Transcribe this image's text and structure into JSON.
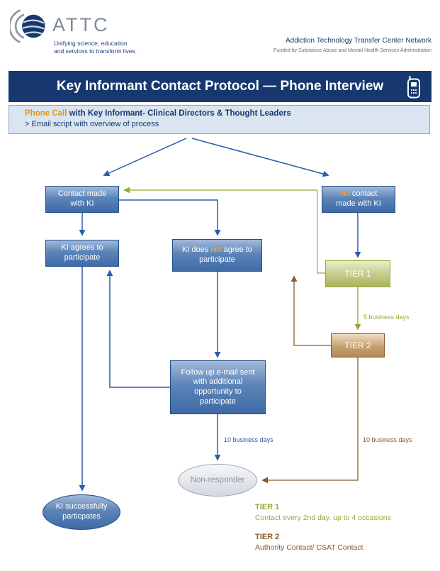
{
  "colors": {
    "navy": "#16386e",
    "orange": "#e8960f",
    "olive": "#9aa636",
    "brown": "#8a5a2a",
    "arrow_navy": "#2a5caa"
  },
  "header": {
    "brand": "ATTC",
    "tagline_line1": "Unifying science, education",
    "tagline_line2": "and services to transform lives.",
    "network": "Addiction Technology Transfer Center Network",
    "funded": "Funded by Substance Abuse and Mental Health Services Administration"
  },
  "title_bar": {
    "title": "Key Informant Contact Protocol — Phone Interview"
  },
  "intro": {
    "line1_em": "Phone Call",
    "line1_rest": " with Key Informant- Clinical Directors & Thought Leaders",
    "line2": "> Email script with overview of process"
  },
  "flow": {
    "contact_made": "Contact made with KI",
    "no_contact_em": "No",
    "no_contact_rest": " contact made with KI",
    "agrees": "KI agrees to participate",
    "not_agree_pre": "KI does ",
    "not_agree_em": "not",
    "not_agree_post": " agree to participate",
    "tier1": "TIER 1",
    "tier2": "TIER 2",
    "followup": "Follow up e-mail sent with additional opportunity to participate",
    "nonresponder": "Non-responder",
    "success": "KI successfully particpates",
    "label_tier1_interval": "5 business days",
    "label_followup_wait": "10 business days",
    "label_tier2_wait": "10 business days"
  },
  "legend": {
    "tier1_title": "TIER 1",
    "tier1_desc": "Contact every 2nd day, up to 4 occasions",
    "tier2_title": "TIER 2",
    "tier2_desc": "Authority Contact/ CSAT Contact"
  }
}
